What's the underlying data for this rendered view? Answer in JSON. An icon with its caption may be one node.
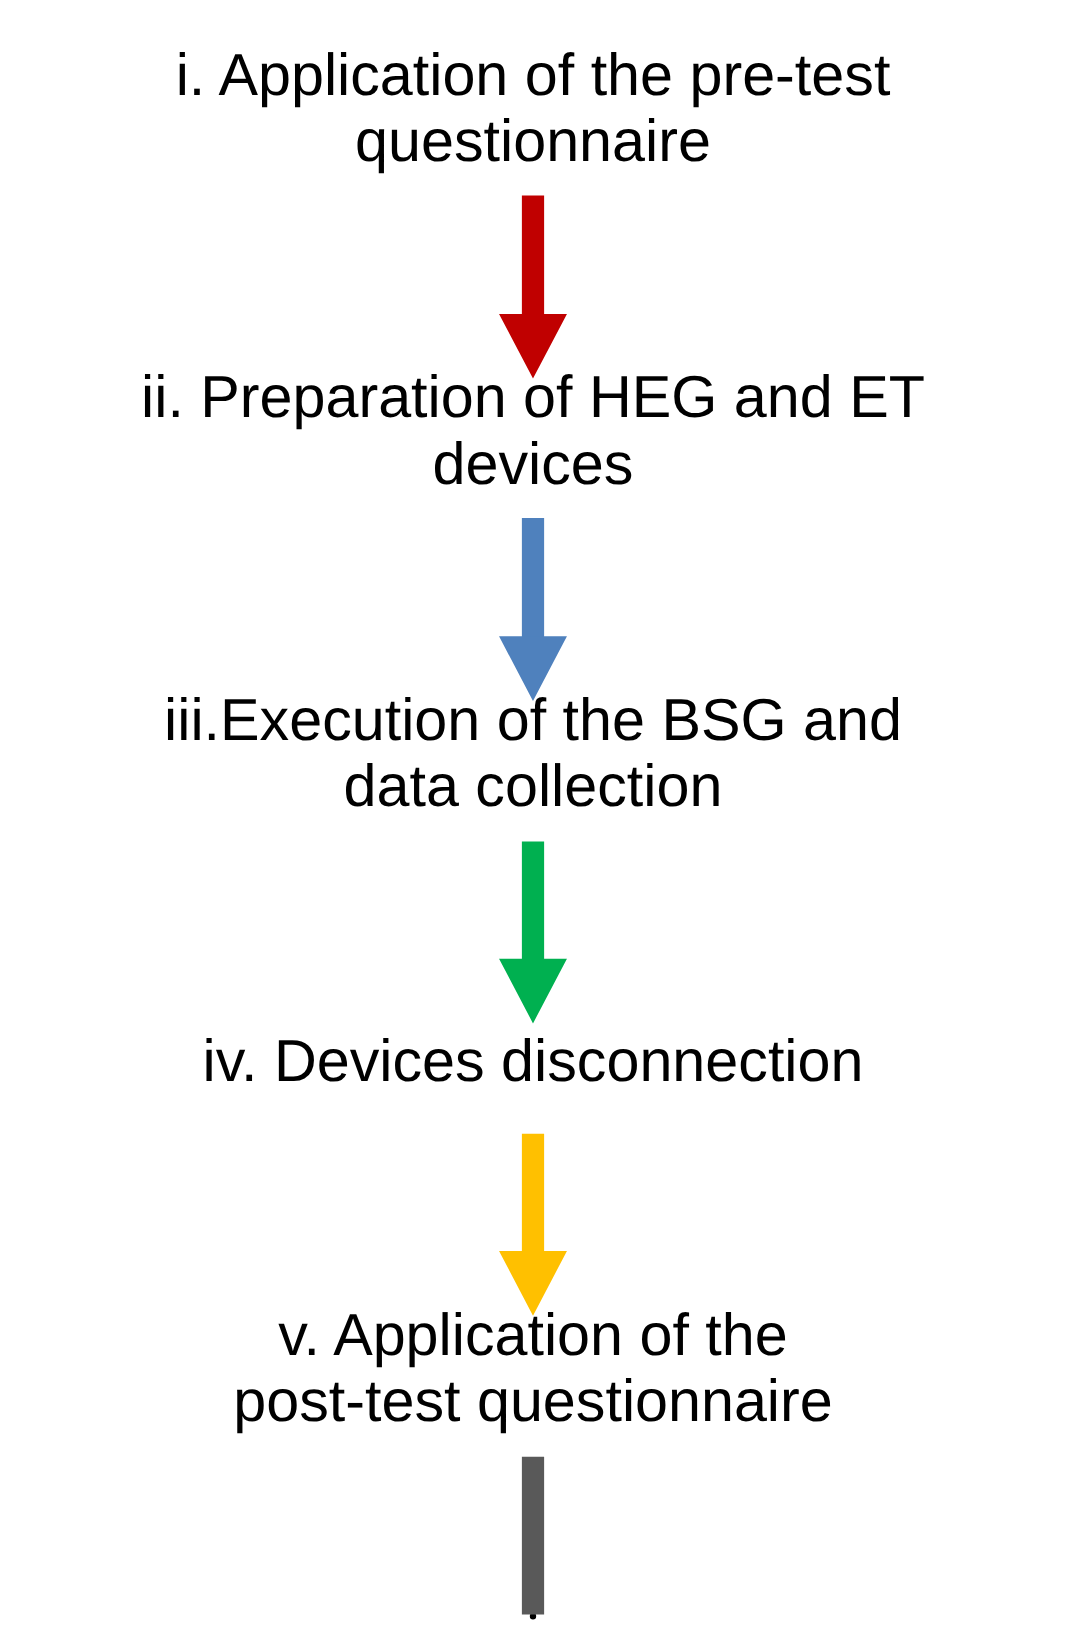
{
  "diagram": {
    "nodes": [
      {
        "text": [
          "i. Application of the pre-test questionnaire"
        ]
      },
      {
        "text": [
          "ii. Preparation of HEG and ET devices"
        ]
      },
      {
        "text": [
          "iii.Execution of the BSG and data collection"
        ]
      },
      {
        "text": [
          "iv. Devices disconnection"
        ]
      },
      {
        "text": [
          "v. Application of the post-test questionnaire"
        ]
      }
    ],
    "edges": [
      {
        "from": 0,
        "to": 1,
        "arrow": "to",
        "color": "#c00000"
      },
      {
        "from": 1,
        "to": 2,
        "arrow": "to",
        "color": "#4f81bd"
      },
      {
        "from": 2,
        "to": 3,
        "arrow": "to",
        "color": "#00b050"
      },
      {
        "from": 3,
        "to": 4,
        "arrow": "to",
        "color": "#ffc000"
      },
      {
        "from": 4,
        "to": null,
        "arrow": "none",
        "color": "#595959"
      }
    ]
  }
}
